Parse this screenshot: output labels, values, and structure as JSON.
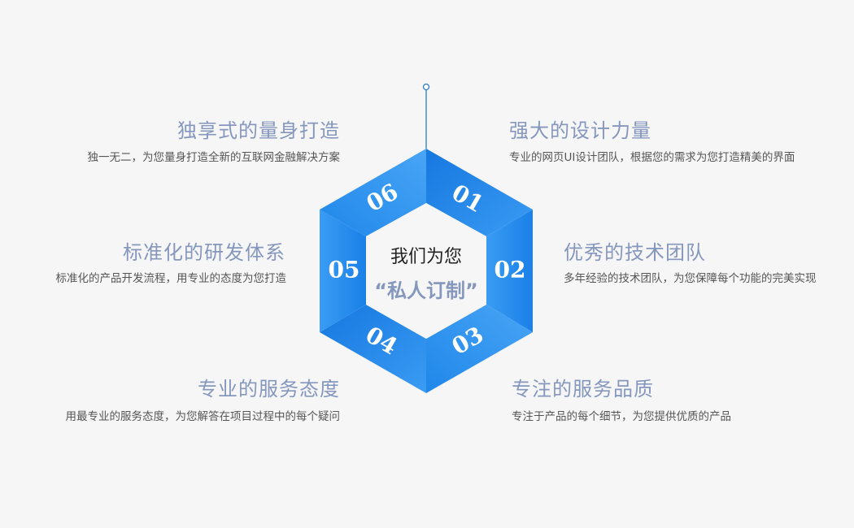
{
  "center": {
    "line1": "我们为您",
    "line2": "“私人订制”"
  },
  "colors": {
    "accent": "#1f87ea",
    "title": "#8597bd"
  },
  "features": [
    {
      "num": "01",
      "title": "强大的设计力量",
      "desc": "专业的网页UI设计团队，根据您的需求为您打造精美的界面"
    },
    {
      "num": "02",
      "title": "优秀的技术团队",
      "desc": "多年经验的技术团队，为您保障每个功能的完美实现"
    },
    {
      "num": "03",
      "title": "专注的服务品质",
      "desc": "专注于产品的每个细节，为您提供优质的产品"
    },
    {
      "num": "04",
      "title": "专业的服务态度",
      "desc": "用最专业的服务态度，为您解答在项目过程中的每个疑问"
    },
    {
      "num": "05",
      "title": "标准化的研发体系",
      "desc": "标准化的产品开发流程，用专业的态度为您打造"
    },
    {
      "num": "06",
      "title": "独享式的量身打造",
      "desc": "独一无二，为您量身打造全新的互联网金融解决方案"
    }
  ]
}
